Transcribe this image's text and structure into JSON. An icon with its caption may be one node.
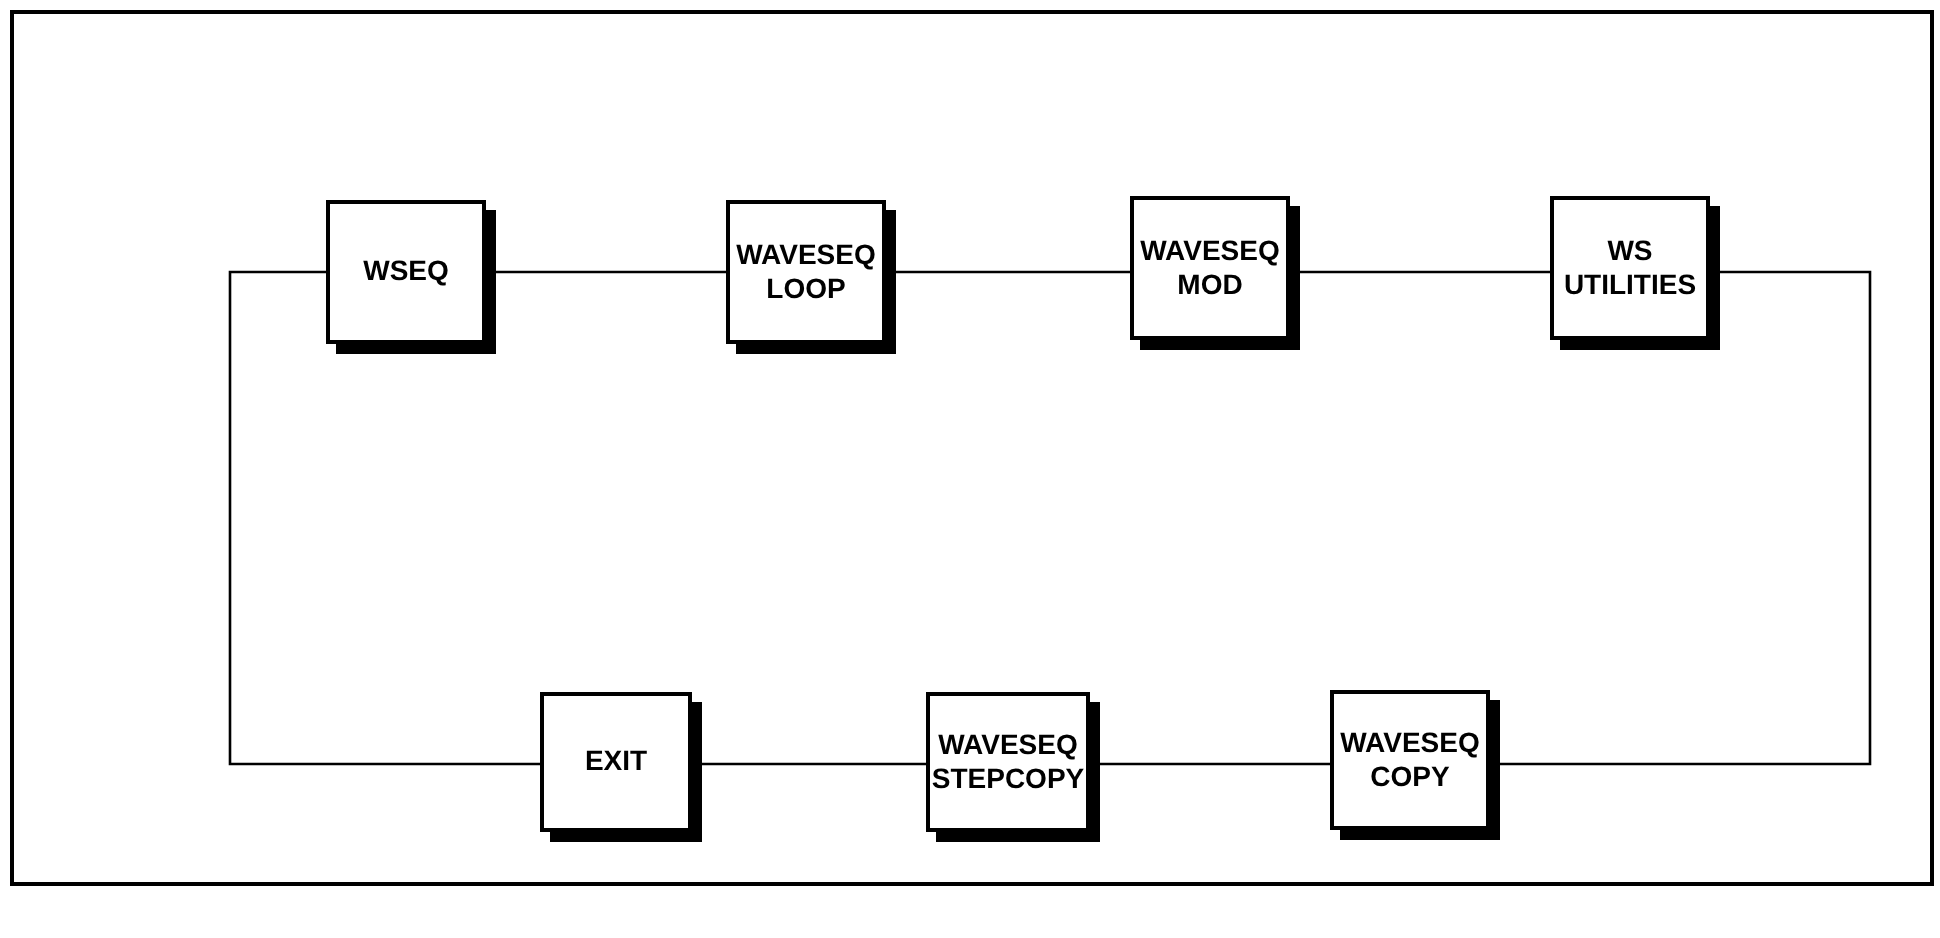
{
  "diagram": {
    "nodes": [
      {
        "text": [
          "WSEQ"
        ]
      },
      {
        "text": [
          "WAVESEQ LOOP"
        ]
      },
      {
        "text": [
          "WAVESEQ MOD"
        ]
      },
      {
        "text": [
          "WS UTILITIES"
        ]
      },
      {
        "text": [
          "EXIT"
        ]
      },
      {
        "text": [
          "WAVESEQ STEPCOPY"
        ]
      },
      {
        "text": [
          "WAVESEQ COPY"
        ]
      }
    ],
    "edges": [
      {
        "from": 0,
        "to": 1,
        "arrow": "none"
      },
      {
        "from": 1,
        "to": 2,
        "arrow": "none"
      },
      {
        "from": 2,
        "to": 3,
        "arrow": "none"
      },
      {
        "from": 3,
        "to": 6,
        "arrow": "none"
      },
      {
        "from": 6,
        "to": 5,
        "arrow": "none"
      },
      {
        "from": 5,
        "to": 4,
        "arrow": "none"
      },
      {
        "from": 4,
        "to": 0,
        "arrow": "none"
      }
    ]
  }
}
